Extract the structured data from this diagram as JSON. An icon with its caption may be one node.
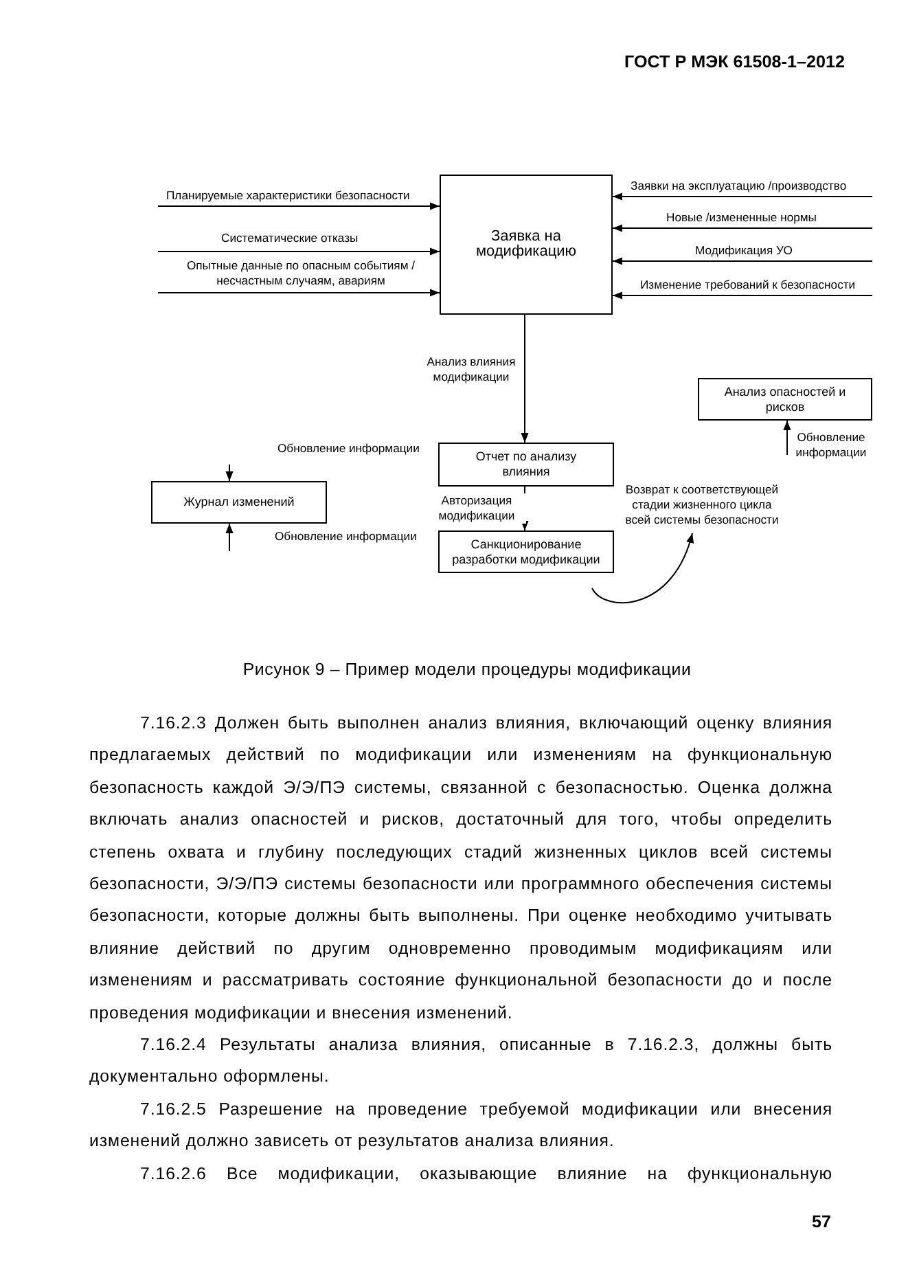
{
  "diagram": {
    "caption": "Рисунок 9 – Пример модели процедуры модификации",
    "nodes": [
      {
        "text": [
          "Заявка на модификацию"
        ]
      },
      {
        "text": [
          "Отчет по анализу влияния"
        ]
      },
      {
        "text": [
          "Санкционирование разработки модификации"
        ]
      },
      {
        "text": [
          "Журнал изменений"
        ]
      },
      {
        "text": [
          "Анализ опасностей и рисков"
        ]
      },
      {
        "text": [
          "Возврат к соответствующей стадии жизненного цикла всей системы безопасности"
        ]
      }
    ],
    "edges": [
      {
        "from": null,
        "to": 0,
        "arrow": "to",
        "label": "Планируемые характеристики безопасности"
      },
      {
        "from": null,
        "to": 0,
        "arrow": "to",
        "label": "Систематические отказы"
      },
      {
        "from": null,
        "to": 0,
        "arrow": "to",
        "label": "Опытные данные по опасным событиям / несчастным случаям, авариям"
      },
      {
        "from": null,
        "to": 0,
        "arrow": "to",
        "label": "Заявки на эксплуатацию /производство"
      },
      {
        "from": null,
        "to": 0,
        "arrow": "to",
        "label": "Новые /измененные нормы"
      },
      {
        "from": null,
        "to": 0,
        "arrow": "to",
        "label": "Модификация УО"
      },
      {
        "from": null,
        "to": 0,
        "arrow": "to",
        "label": "Изменение требований к безопасности"
      },
      {
        "from": 0,
        "to": 1,
        "arrow": "to",
        "label": "Анализ влияния модификации"
      },
      {
        "from": 1,
        "to": 2,
        "arrow": "to",
        "label": "Авторизация модификации"
      },
      {
        "from": 2,
        "to": 5,
        "arrow": "to"
      },
      {
        "from": null,
        "to": 3,
        "arrow": "to",
        "label": "Обновление информации"
      },
      {
        "from": null,
        "to": 3,
        "arrow": "to",
        "label": "Обновление информации"
      },
      {
        "from": null,
        "to": 4,
        "arrow": "to",
        "label": "Обновление информации"
      }
    ],
    "labels": [
      "ГОСТ Р МЭК 61508-1–2012",
      "7.16.2.3 Должен быть выполнен анализ влияния, включающий оценку влияния предлагаемых действий по модификации или изменениям на функциональную безопасность каждой Э/Э/ПЭ системы, связанной с безопасностью. Оценка должна включать анализ опасностей и рисков, достаточный для того, чтобы определить степень охвата и глубину последующих стадий жизненных циклов всей системы безопасности, Э/Э/ПЭ системы безопасности или программного обеспечения системы безопасности, которые должны быть выполнены. При оценке необходимо учитывать влияние действий по другим одновременно проводимым модификациям или изменениям и рассматривать состояние функциональной безопасности до и после проведения модификации и внесения изменений.",
      "7.16.2.4 Результаты анализа влияния, описанные в 7.16.2.3, должны быть документально оформлены.",
      "7.16.2.5 Разрешение на проведение требуемой модификации или внесения изменений должно зависеть от результатов анализа влияния.",
      "7.16.2.6 Все модификации, оказывающие влияние на функциональную",
      "57"
    ]
  }
}
